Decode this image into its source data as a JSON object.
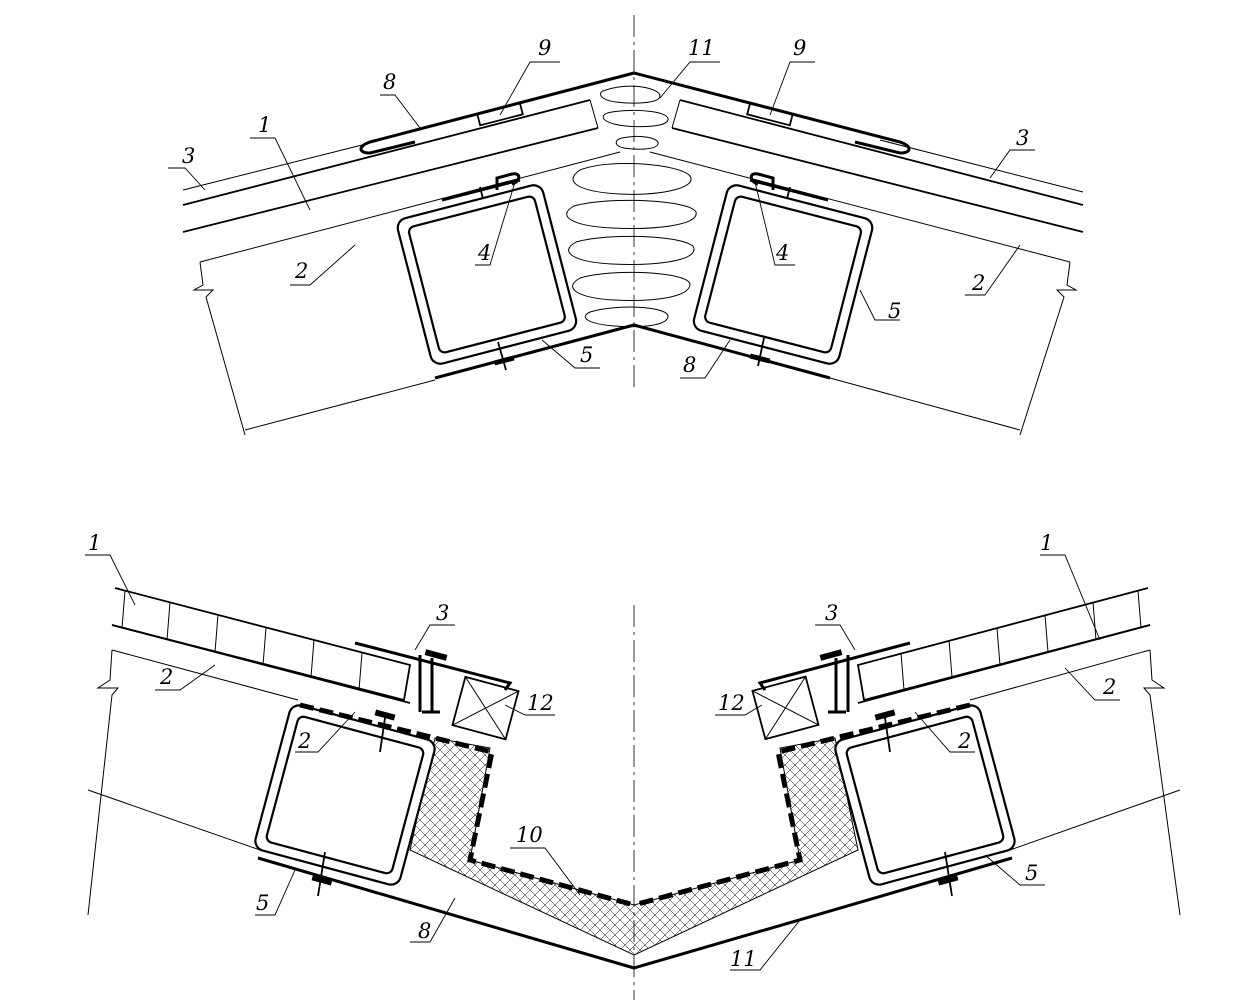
{
  "labels": {
    "n1": "1",
    "n2": "2",
    "n3": "3",
    "n4": "4",
    "n5": "5",
    "n8": "8",
    "n9": "9",
    "n10": "10",
    "n11": "11",
    "n12": "12"
  }
}
